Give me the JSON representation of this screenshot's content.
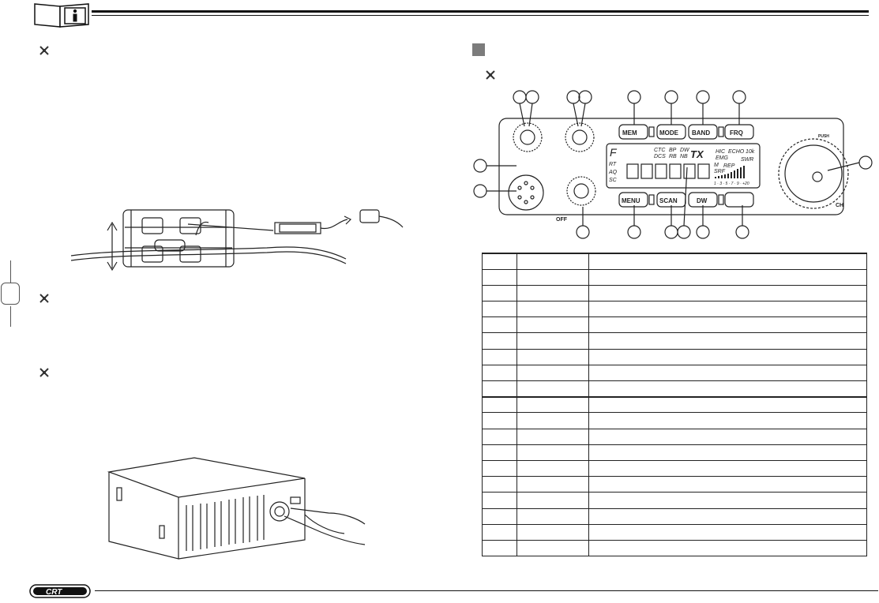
{
  "header": {
    "info_icon": "info-book-icon"
  },
  "left_column": {
    "bullets": [
      "cross-bullet-icon",
      "cross-bullet-icon",
      "cross-bullet-icon"
    ],
    "figures": [
      "fuse-cable-illustration",
      "radio-rear-antenna-illustration"
    ]
  },
  "right_column": {
    "section_marker": "section-square-icon",
    "bullet": "cross-bullet-icon",
    "radio_front_panel": {
      "buttons": [
        "MEM",
        "MODE",
        "BAND",
        "FRQ",
        "MENU",
        "SCAN",
        "DW",
        ""
      ],
      "knob_labels": [
        "OFF",
        "CH",
        "PUSH"
      ],
      "display": {
        "top_left": "F",
        "indicators": [
          "CTC",
          "DCS",
          "BP",
          "RB",
          "DW",
          "NB",
          "TX",
          "HIC",
          "ECHO",
          "10k",
          "EMG",
          "SWR",
          "M",
          "REP",
          "SRF"
        ],
        "left_indicators": [
          "RT",
          "AQ",
          "SC"
        ],
        "meter_scale": "1 · 3 · 5 · 7 · 9 · +20"
      }
    },
    "table_rows": 19
  },
  "footer": {
    "logo": "CRT"
  }
}
